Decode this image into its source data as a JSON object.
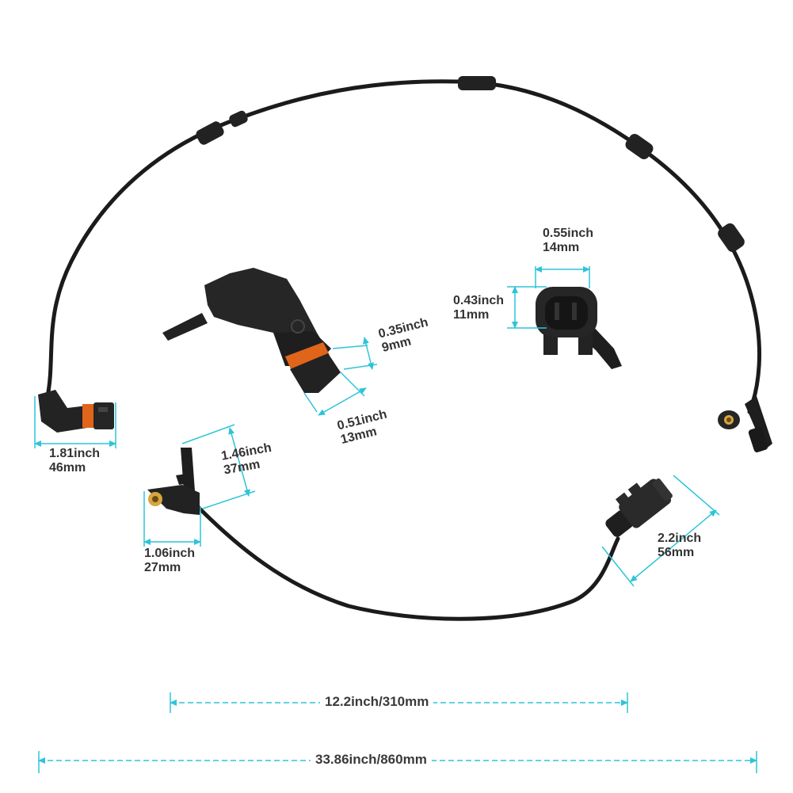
{
  "colors": {
    "cable": "#1b1b1b",
    "connector": "#2a2a2a",
    "oring": "#e0641a",
    "brass": "#d9a441",
    "dimension_line": "#2ec4d8"
  },
  "labels": {
    "connector_left_length": {
      "inch": "1.81inch",
      "mm": "46mm"
    },
    "connector_body_width": {
      "inch": "0.35inch",
      "mm": "9mm"
    },
    "connector_body_length": {
      "inch": "0.51inch",
      "mm": "13mm"
    },
    "plug_face_width": {
      "inch": "0.55inch",
      "mm": "14mm"
    },
    "plug_face_height": {
      "inch": "0.43inch",
      "mm": "11mm"
    },
    "sensor_head_height": {
      "inch": "1.46inch",
      "mm": "37mm"
    },
    "sensor_mount_width": {
      "inch": "1.06inch",
      "mm": "27mm"
    },
    "plug_length": {
      "inch": "2.2inch",
      "mm": "56mm"
    },
    "short_cable_length": "12.2inch/310mm",
    "long_cable_length": "33.86inch/860mm"
  }
}
